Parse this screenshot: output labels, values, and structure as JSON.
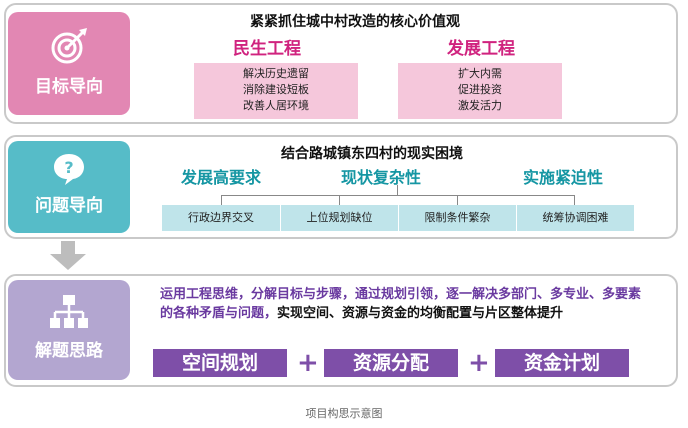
{
  "section1": {
    "badge_label": "目标导向",
    "title": "紧紧抓住城中村改造的核心价值观",
    "left_head": "民生工程",
    "left_items": [
      "解决历史遗留",
      "消除建设短板",
      "改善人居环境"
    ],
    "right_head": "发展工程",
    "right_items": [
      "扩大内需",
      "促进投资",
      "激发活力"
    ],
    "badge_color": "#e287b3",
    "accent": "#d0237f"
  },
  "section2": {
    "badge_label": "问题导向",
    "title": "结合路城镇东四村的现实困境",
    "heads": [
      "发展高要求",
      "现状复杂性",
      "实施紧迫性"
    ],
    "boxes": [
      "行政边界交叉",
      "上位规划缺位",
      "限制条件繁杂",
      "统筹协调困难"
    ],
    "badge_color": "#56bcc8",
    "accent": "#1596a3"
  },
  "section3": {
    "badge_label": "解题思路",
    "text_part1": "运用工程思维，分解目标与步骤，通过规划引领，逐一解决多部门、多专业、多要素的各种矛盾与问题，",
    "text_part2": "实现空间、资源与资金的均衡配置与片区整体提升",
    "bars": [
      "空间规划",
      "资源分配",
      "资金计划"
    ],
    "plus": "+",
    "badge_color": "#b3a6d0",
    "accent": "#7e4fa8"
  },
  "caption": "项目构思示意图"
}
